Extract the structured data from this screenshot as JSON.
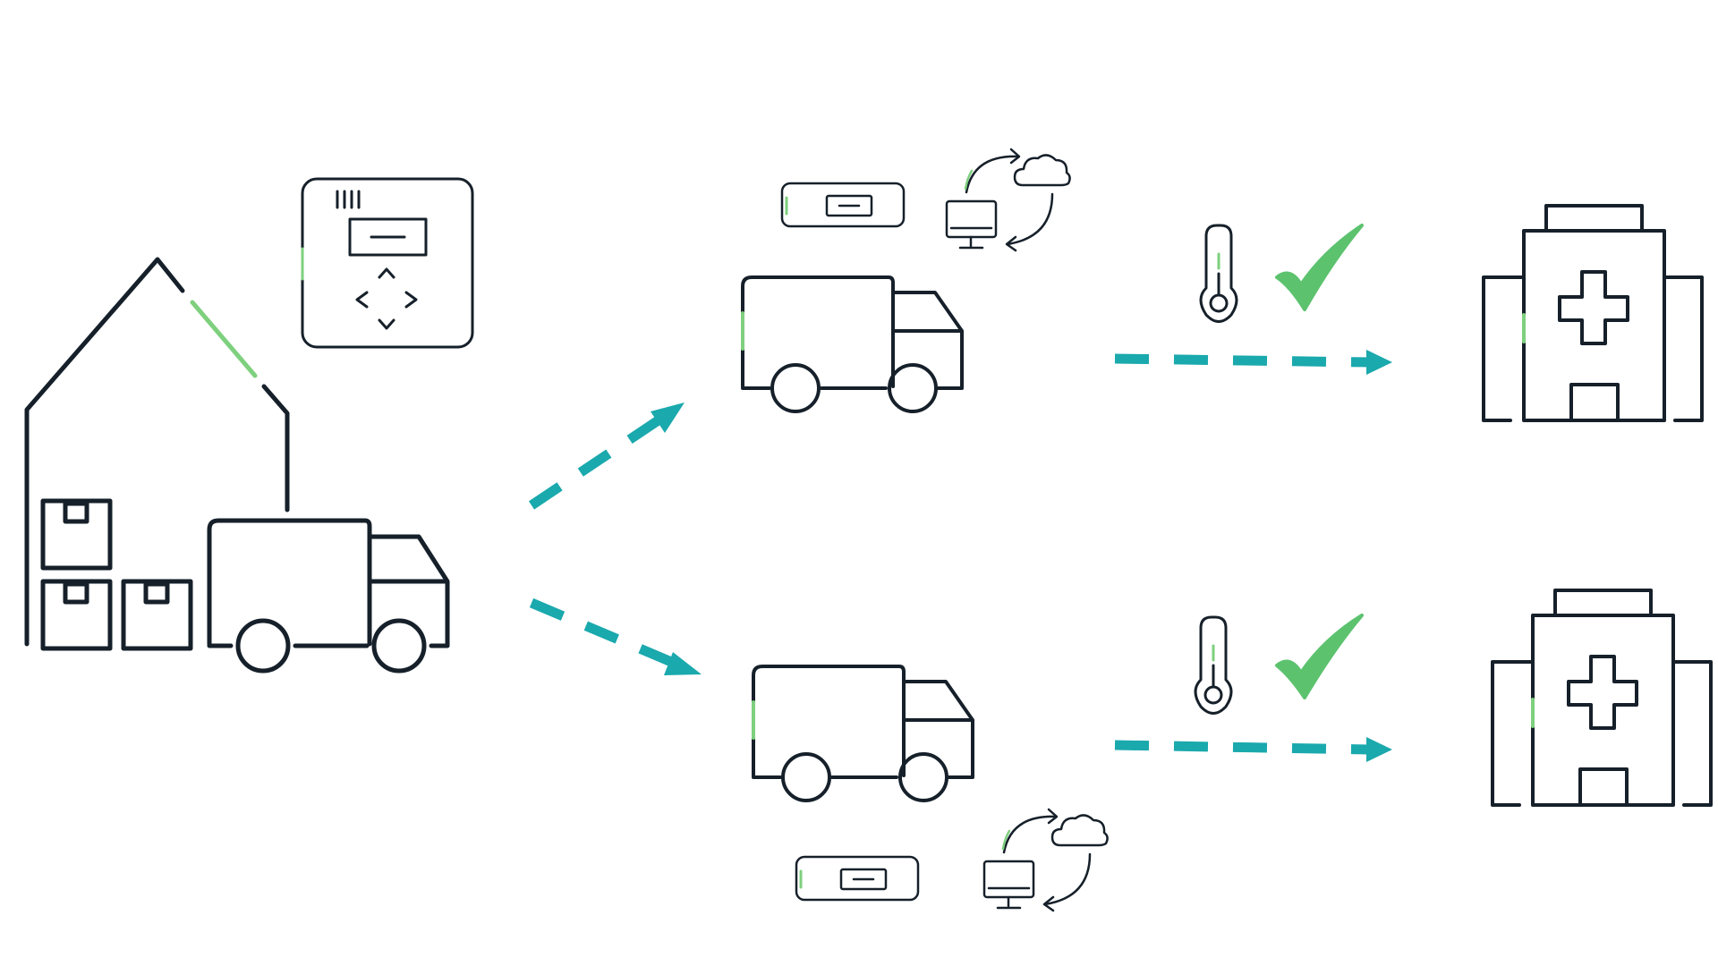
{
  "colors": {
    "ink": "#16202a",
    "accent": "#7ed07e",
    "flow": "#1aa9ad",
    "check": "#5cc26e"
  },
  "icons": [
    "warehouse-icon",
    "box-icon",
    "delivery-truck-icon",
    "temperature-data-logger-icon",
    "usb-temperature-sensor-icon",
    "computer-monitor-icon",
    "cloud-sync-icon",
    "thermometer-icon",
    "checkmark-icon",
    "hospital-icon"
  ],
  "routes": [
    {
      "direction": "upper",
      "status": "ok"
    },
    {
      "direction": "lower",
      "status": "ok"
    }
  ]
}
